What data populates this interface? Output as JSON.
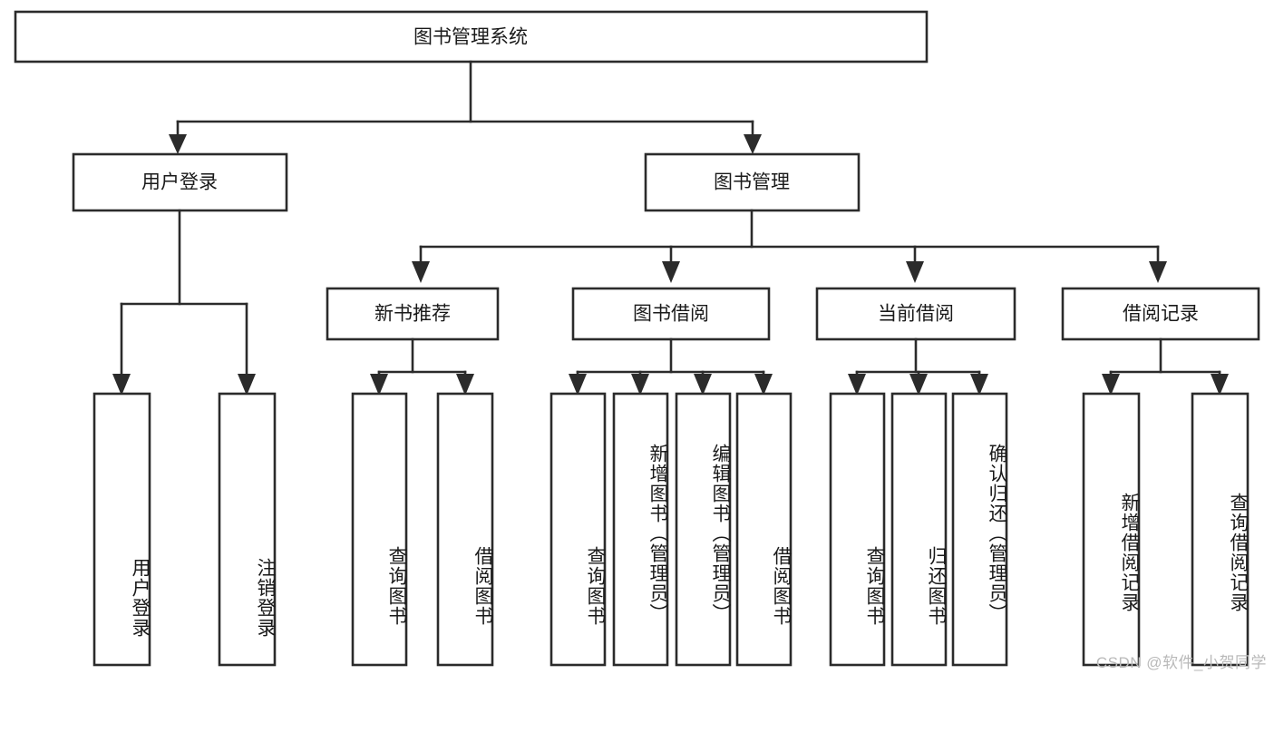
{
  "diagram": {
    "type": "tree",
    "title": "图书管理系统",
    "watermark": "CSDN @软件_小贺同学",
    "colors": {
      "box_stroke": "#2b2b2b",
      "box_fill": "#ffffff",
      "connector": "#2b2b2b",
      "text": "#1a1a1a",
      "watermark": "#b9b9b9",
      "background": "#ffffff"
    },
    "root": {
      "label": "图书管理系统"
    },
    "level1": [
      {
        "label": "用户登录"
      },
      {
        "label": "图书管理"
      }
    ],
    "level2": [
      {
        "label": "新书推荐"
      },
      {
        "label": "图书借阅"
      },
      {
        "label": "当前借阅"
      },
      {
        "label": "借阅记录"
      }
    ],
    "leaves": {
      "user_login": [
        {
          "label": "用户登录"
        },
        {
          "label": "注销登录"
        }
      ],
      "new_book_recommend": [
        {
          "label": "查询图书"
        },
        {
          "label": "借阅图书"
        }
      ],
      "book_borrow": [
        {
          "label": "查询图书"
        },
        {
          "label": "新增图书（管理员）"
        },
        {
          "label": "编辑图书（管理员）"
        },
        {
          "label": "借阅图书"
        }
      ],
      "current_borrow": [
        {
          "label": "查询图书"
        },
        {
          "label": "归还图书"
        },
        {
          "label": "确认归还（管理员）"
        }
      ],
      "borrow_record": [
        {
          "label": "新增借阅记录"
        },
        {
          "label": "查询借阅记录"
        }
      ]
    }
  }
}
